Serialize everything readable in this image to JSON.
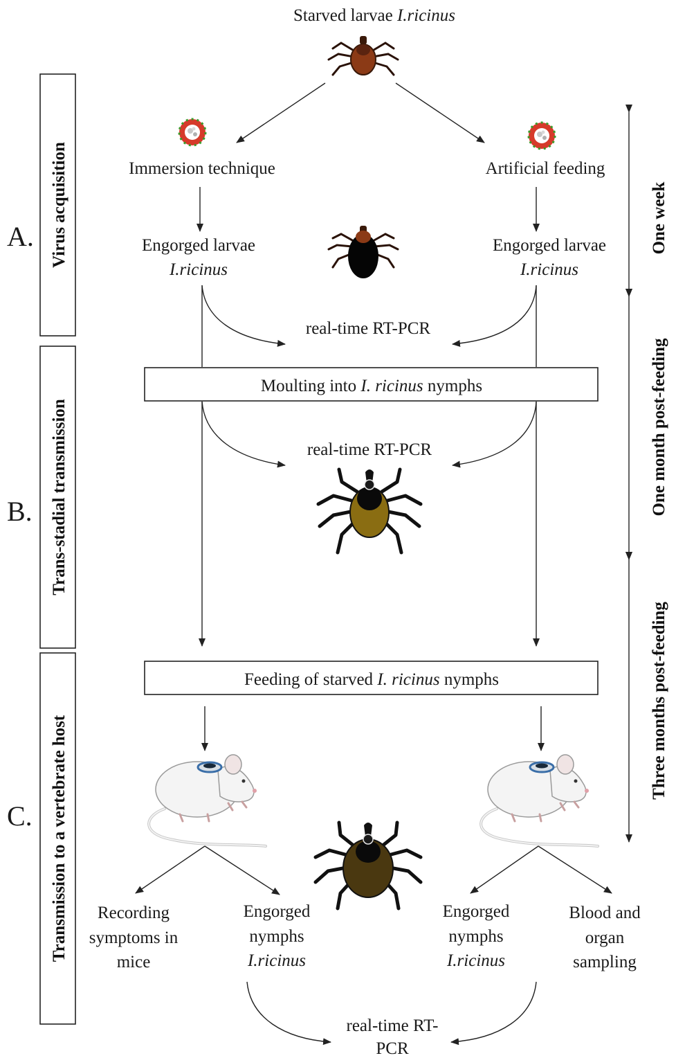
{
  "top": {
    "label": "Starved larvae",
    "species": "I.ricinus"
  },
  "branches": {
    "left_method": "Immersion technique",
    "right_method": "Artificial feeding",
    "engorged_larvae": "Engorged larvae",
    "species": "I.ricinus"
  },
  "pcr_label": "real-time RT-PCR",
  "pcr_label_split": [
    "real-time RT-",
    "PCR"
  ],
  "moult_box": {
    "pre": "Moulting into ",
    "species": "I. ricinus",
    "post": " nymphs"
  },
  "feeding_box": {
    "pre": "Feeding of starved ",
    "species": "I. ricinus",
    "post": " nymphs"
  },
  "outcomes": {
    "recording": [
      "Recording",
      "symptoms in",
      "mice"
    ],
    "engorged_nymphs": [
      "Engorged",
      "nymphs",
      "I.ricinus"
    ],
    "blood": [
      "Blood and",
      "organ",
      "sampling"
    ]
  },
  "phases": [
    {
      "letter": "A.",
      "title": "Virus acquisition"
    },
    {
      "letter": "B.",
      "title": "Trans-stadial transmission"
    },
    {
      "letter": "C.",
      "title": "Transmission to a vertebrate host"
    }
  ],
  "timeline": [
    "One week",
    "One month post-feeding",
    "Three months post-feeding"
  ],
  "icons": [
    "tick-larva-icon",
    "virus-icon",
    "engorged-tick-icon",
    "nymph-tick-icon",
    "mouse-icon"
  ],
  "colors": {
    "tick_brown": "#8b3a16",
    "nymph_body": "#8a6d12",
    "engorged_body": "#4a3810",
    "virus_red": "#d63a2a",
    "virus_green": "#3a9a2a"
  }
}
